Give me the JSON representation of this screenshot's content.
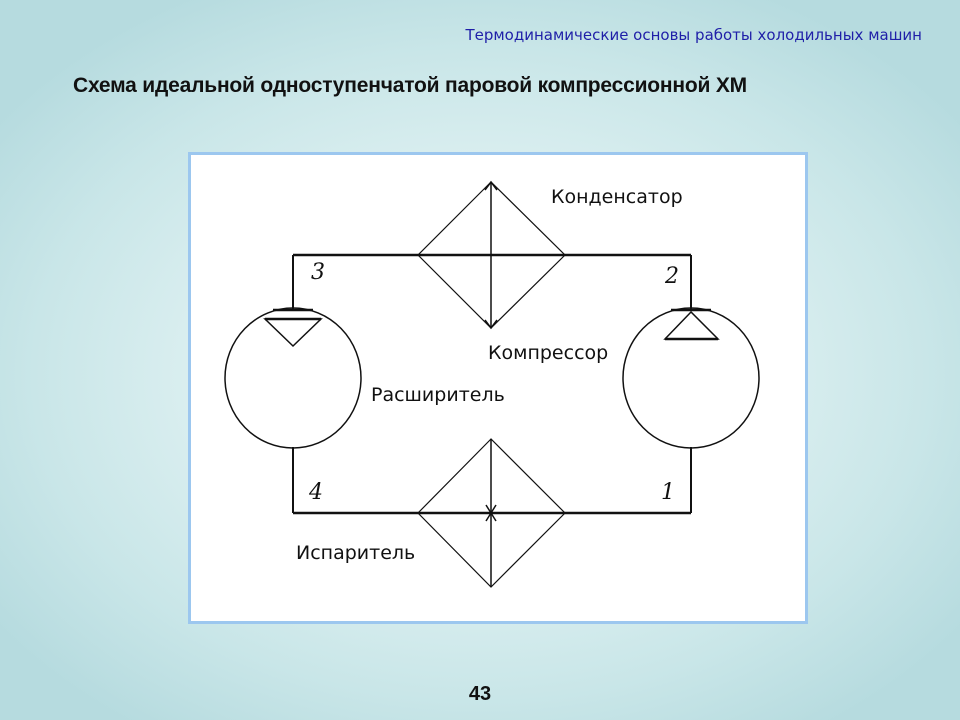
{
  "header": {
    "title": "Термодинамические основы работы холодильных машин"
  },
  "slide": {
    "title": "Схема идеальной одноступенчатой паровой компрессионной ХМ",
    "page_number": "43"
  },
  "diagram": {
    "labels": {
      "condenser": "Конденсатор",
      "compressor": "Компрессор",
      "expander": "Расширитель",
      "evaporator": "Испаритель"
    },
    "points": {
      "p1": "1",
      "p2": "2",
      "p3": "3",
      "p4": "4"
    }
  },
  "colors": {
    "header_text": "#1f1fa8",
    "frame_border": "#9cc7ef",
    "background_edge": "#b6dbdf",
    "background_center": "#eaf6f6"
  }
}
